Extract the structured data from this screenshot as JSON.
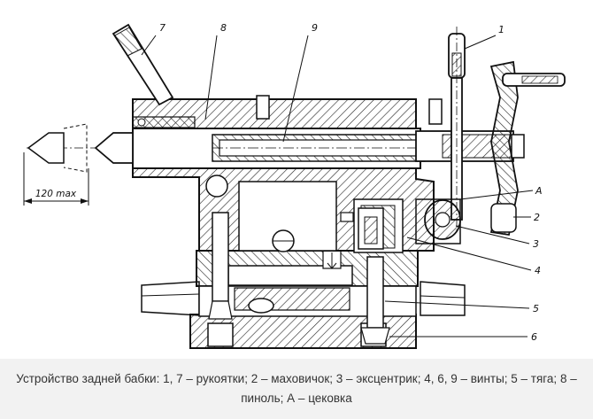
{
  "labels": {
    "l1": "1",
    "l7": "7",
    "l8": "8",
    "l9": "9",
    "lA": "А",
    "l2": "2",
    "l3": "3",
    "l4": "4",
    "l5": "5",
    "l6": "6"
  },
  "dimension": "120 max",
  "caption": "Устройство задней бабки: 1, 7 – рукоятки; 2 – маховичок; 3 – эксцентрик; 4, 6, 9 – винты; 5 – тяга; 8 – пиноль; А – цековка"
}
